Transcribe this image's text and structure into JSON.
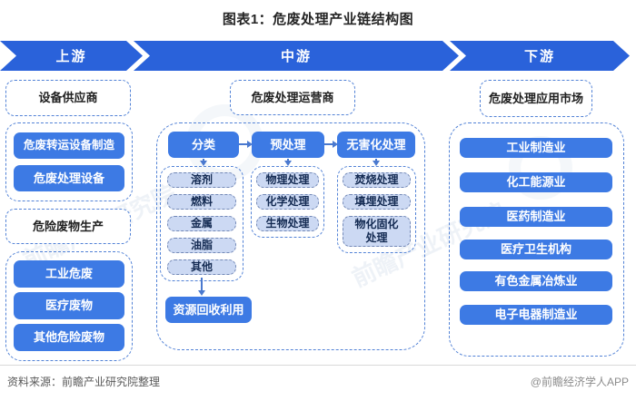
{
  "title": "图表1：危废处理产业链结构图",
  "band": {
    "upstream": "上游",
    "midstream": "中游",
    "downstream": "下游"
  },
  "upstream": {
    "supplier_header": "设备供应商",
    "equipment": [
      "危废转运设备制造",
      "危废处理设备"
    ],
    "producer_header": "危险废物生产",
    "producers": [
      "工业危废",
      "医疗废物",
      "其他危险废物"
    ]
  },
  "midstream": {
    "header": "危废处理运营商",
    "steps": [
      "分类",
      "预处理",
      "无害化处理"
    ],
    "classification": [
      "溶剂",
      "燃料",
      "金属",
      "油脂",
      "其他"
    ],
    "pretreatment": [
      "物理处理",
      "化学处理",
      "生物处理"
    ],
    "harmless": [
      "焚烧处理",
      "填埋处理",
      "物化固化处理"
    ],
    "recycle": "资源回收利用"
  },
  "downstream": {
    "header": "危废处理应用市场",
    "markets": [
      "工业制造业",
      "化工能源业",
      "医药制造业",
      "医疗卫生机构",
      "有色金属冶炼业",
      "电子电器制造业"
    ]
  },
  "footer": {
    "source": "资料来源：前瞻产业研究院整理",
    "credit": "@前瞻经济学人APP"
  },
  "watermark": "前瞻产业研究院",
  "colors": {
    "band_blue": "#2a62da",
    "box_blue": "#3d7ae4",
    "subbox_fill": "#ccd9f3",
    "subbox_border": "#7288b6",
    "subbox_text": "#132a52",
    "dashed_border": "#5282d6",
    "arrow": "#4a79cf"
  }
}
